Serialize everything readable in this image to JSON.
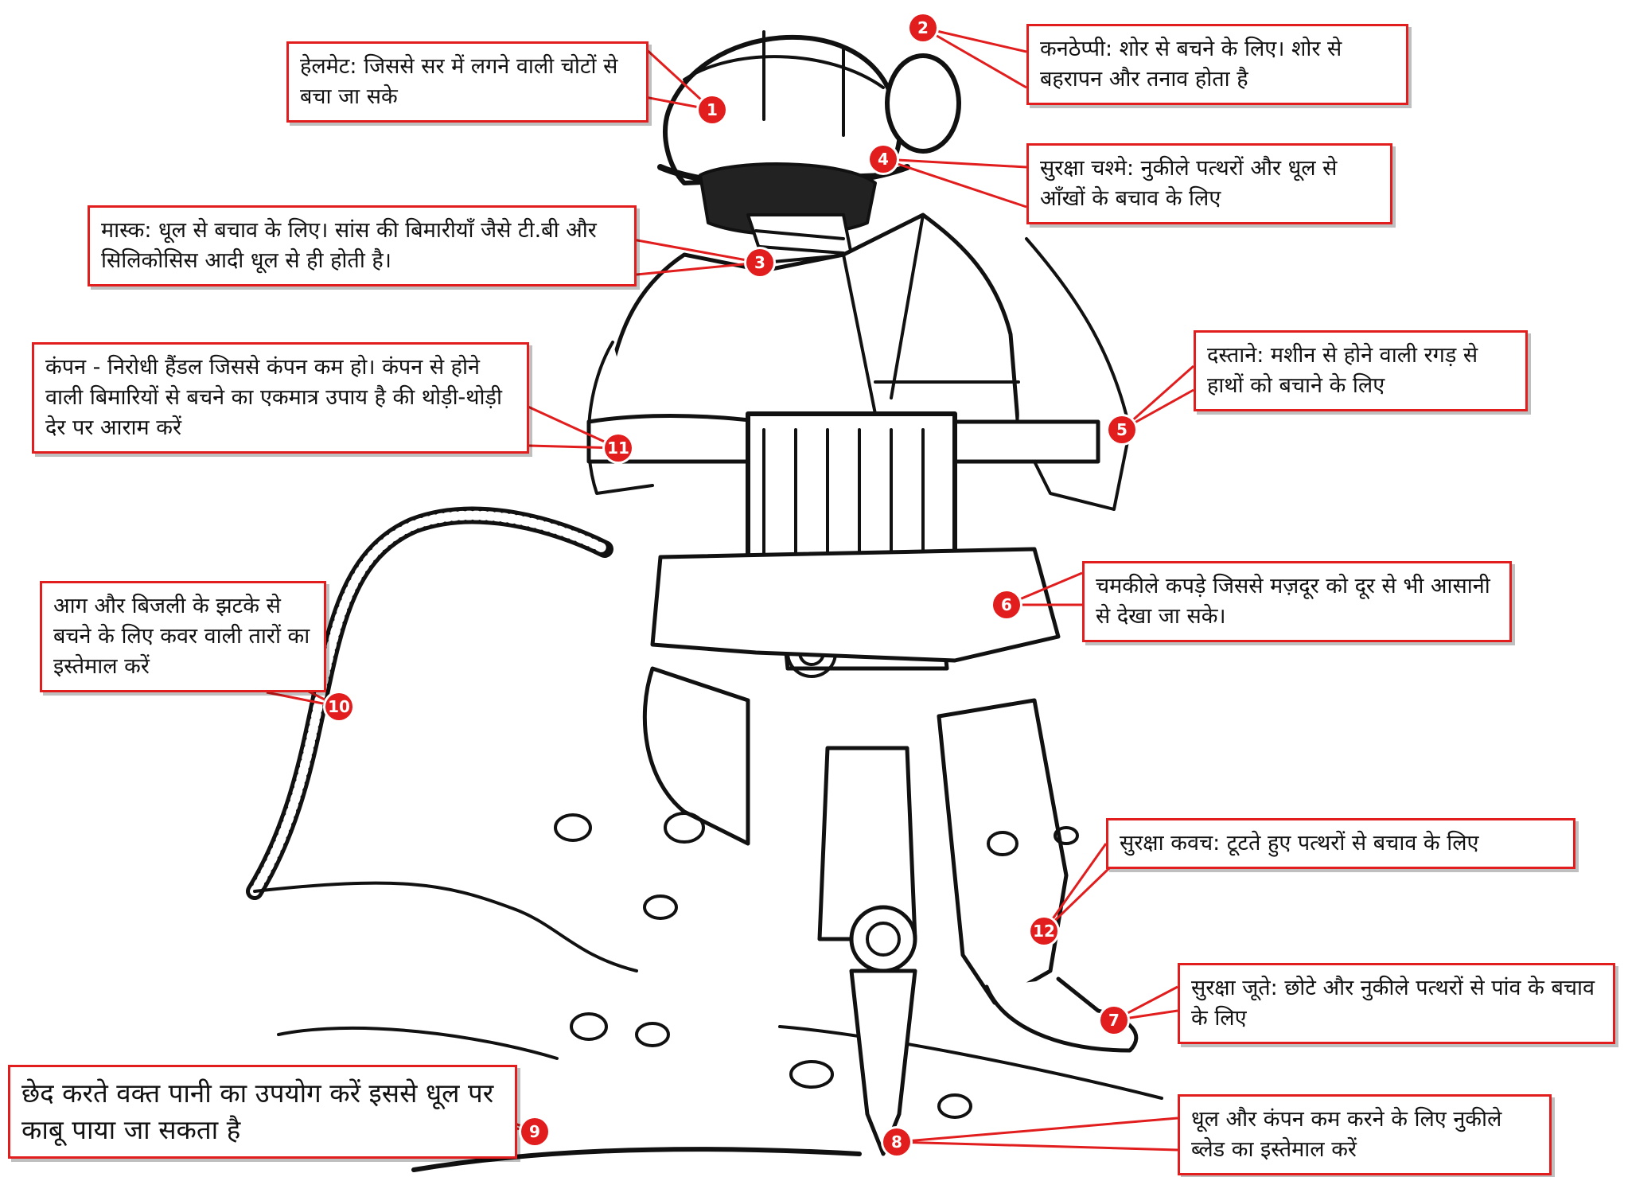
{
  "colors": {
    "callout_border": "#e11d1d",
    "marker": "#e11d1d",
    "ink": "#111111"
  },
  "illustration": {
    "icon": "jackhammer-worker-illustration"
  },
  "callouts": [
    {
      "id": "1",
      "text": "हेलमेट: जिससे सर में लगने वाली चोटों से बचा जा सके"
    },
    {
      "id": "2",
      "text": "कनठेप्पी: शोर से बचने के लिए। शोर से बहरापन और तनाव होता है"
    },
    {
      "id": "3",
      "text": "मास्क: धूल से बचाव के लिए। सांस की बिमारीयाँ जैसे टी.बी और सिलिकोसिस आदी धूल से ही होती है।"
    },
    {
      "id": "4",
      "text": "सुरक्षा चश्मे: नुकीले पत्थरों और धूल से आँखों के बचाव के लिए"
    },
    {
      "id": "5",
      "text": "दस्ताने: मशीन से होने वाली रगड़ से हाथों को बचाने के लिए"
    },
    {
      "id": "6",
      "text": "चमकीले कपड़े जिससे मज़दूर को दूर से भी आसानी से देखा जा सके।"
    },
    {
      "id": "7",
      "text": "सुरक्षा जूते: छोटे और नुकीले पत्थरों से पांव के बचाव के लिए"
    },
    {
      "id": "8",
      "text": "धूल और कंपन कम करने के लिए नुकीले ब्लेड का इस्तेमाल करें"
    },
    {
      "id": "9",
      "text": "छेद करते वक्त पानी का उपयोग करें इससे धूल पर काबू पाया जा सकता है"
    },
    {
      "id": "10",
      "text": "आग और बिजली के झटके से बचने के लिए कवर वाली तारों का इस्तेमाल करें"
    },
    {
      "id": "11",
      "text": "कंपन - निरोधी हैंडल जिससे कंपन कम हो। कंपन से होने वाली बिमारियों से बचने का एकमात्र उपाय है की थोड़ी-थोड़ी देर पर आराम करें"
    },
    {
      "id": "12",
      "text": "सुरक्षा कवच: टूटते हुए पत्थरों से बचाव के लिए"
    }
  ]
}
